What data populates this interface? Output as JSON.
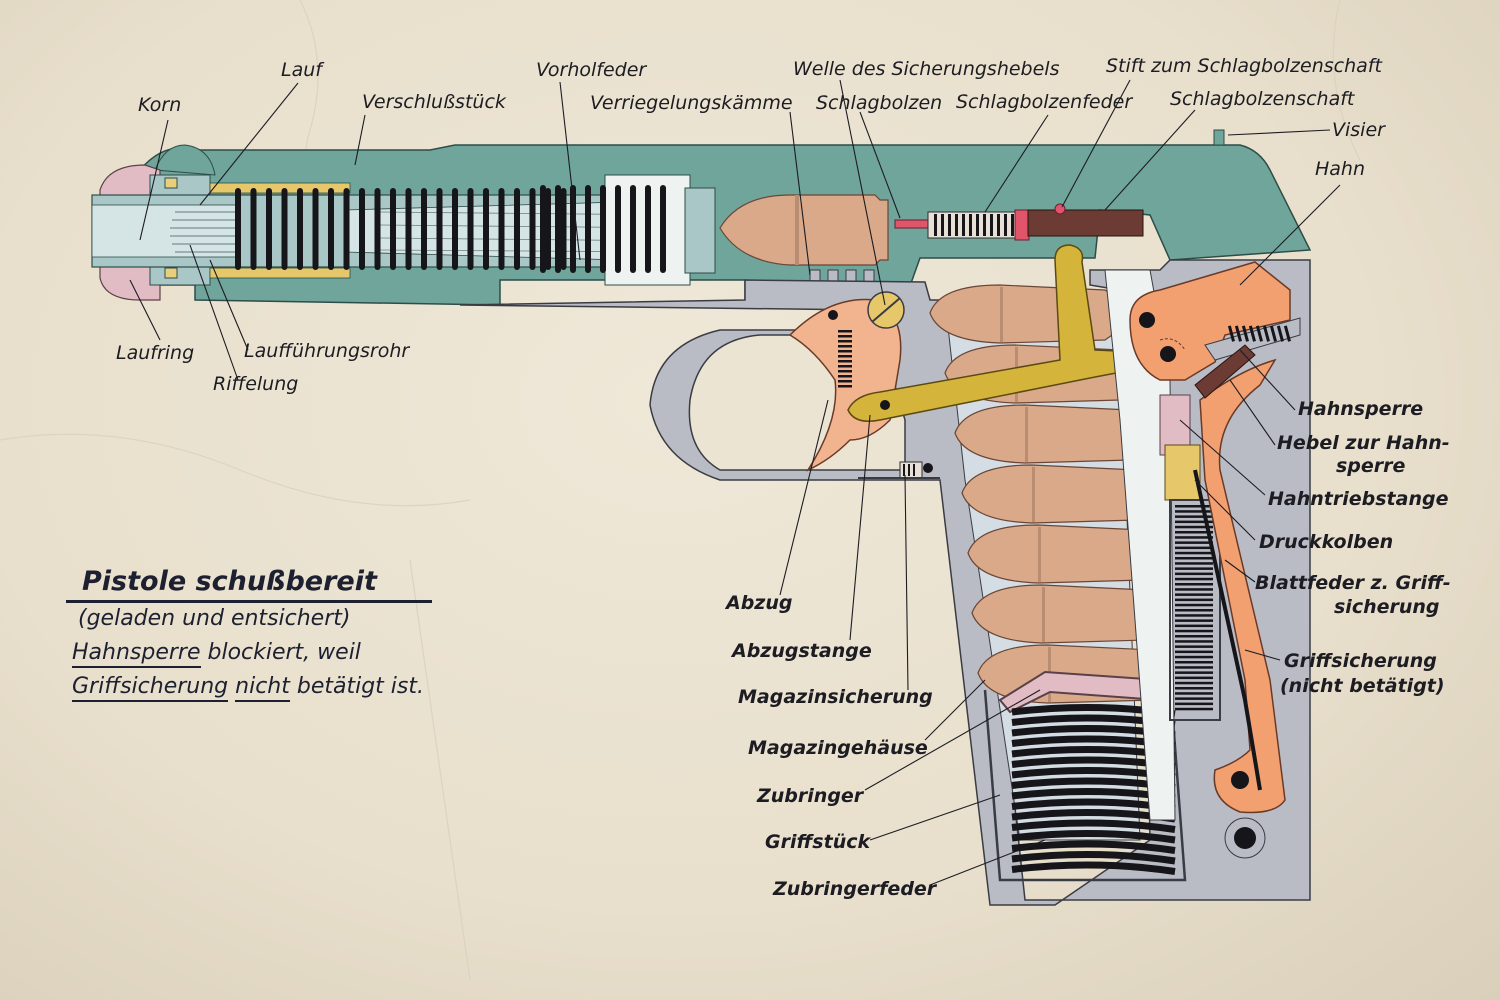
{
  "caption": {
    "title": "Pistole schußbereit",
    "line1": "(geladen und entsichert)",
    "line2_u": "Hahnsperre",
    "line2_rest": " blockiert, weil",
    "line3_u1": "Griffsicherung",
    "line3_u2": "nicht",
    "line3_rest": " betätigt ist."
  },
  "labels": {
    "lauf": "Lauf",
    "korn": "Korn",
    "verschlussstueck": "Verschlußstück",
    "vorholfeder": "Vorholfeder",
    "verriegelungskaemme": "Verriegelungskämme",
    "welle": "Welle des Sicherungshebels",
    "schlagbolzen": "Schlagbolzen",
    "schlagbolzenfeder": "Schlagbolzenfeder",
    "stift": "Stift zum Schlagbolzenschaft",
    "schlagbolzenschaft": "Schlagbolzenschaft",
    "visier": "Visier",
    "hahn": "Hahn",
    "laufring": "Laufring",
    "lauffuehrungsrohr": "Laufführungsrohr",
    "riffelung": "Riffelung",
    "hahnsperre": "Hahnsperre",
    "hebel1": "Hebel zur Hahn-",
    "hebel2": "sperre",
    "hahntriebstange": "Hahntriebstange",
    "druckkolben": "Druckkolben",
    "blatt1": "Blattfeder z. Griff-",
    "blatt2": "sicherung",
    "griff1": "Griffsicherung",
    "griff2": "(nicht betätigt)",
    "abzug": "Abzug",
    "abzugstange": "Abzugstange",
    "magazinsicherung": "Magazinsicherung",
    "magazingehaeuse": "Magazingehäuse",
    "zubringer": "Zubringer",
    "griffstueck": "Griffstück",
    "zubringerfeder": "Zubringerfeder"
  },
  "colors": {
    "slide": "#6fa59a",
    "barrel": "#a9c7c6",
    "frame": "#b9bcc4",
    "cartridge": "#d9a98a",
    "hammer": "#f2a070",
    "lever": "#d4b43a",
    "spring": "#15151a"
  }
}
